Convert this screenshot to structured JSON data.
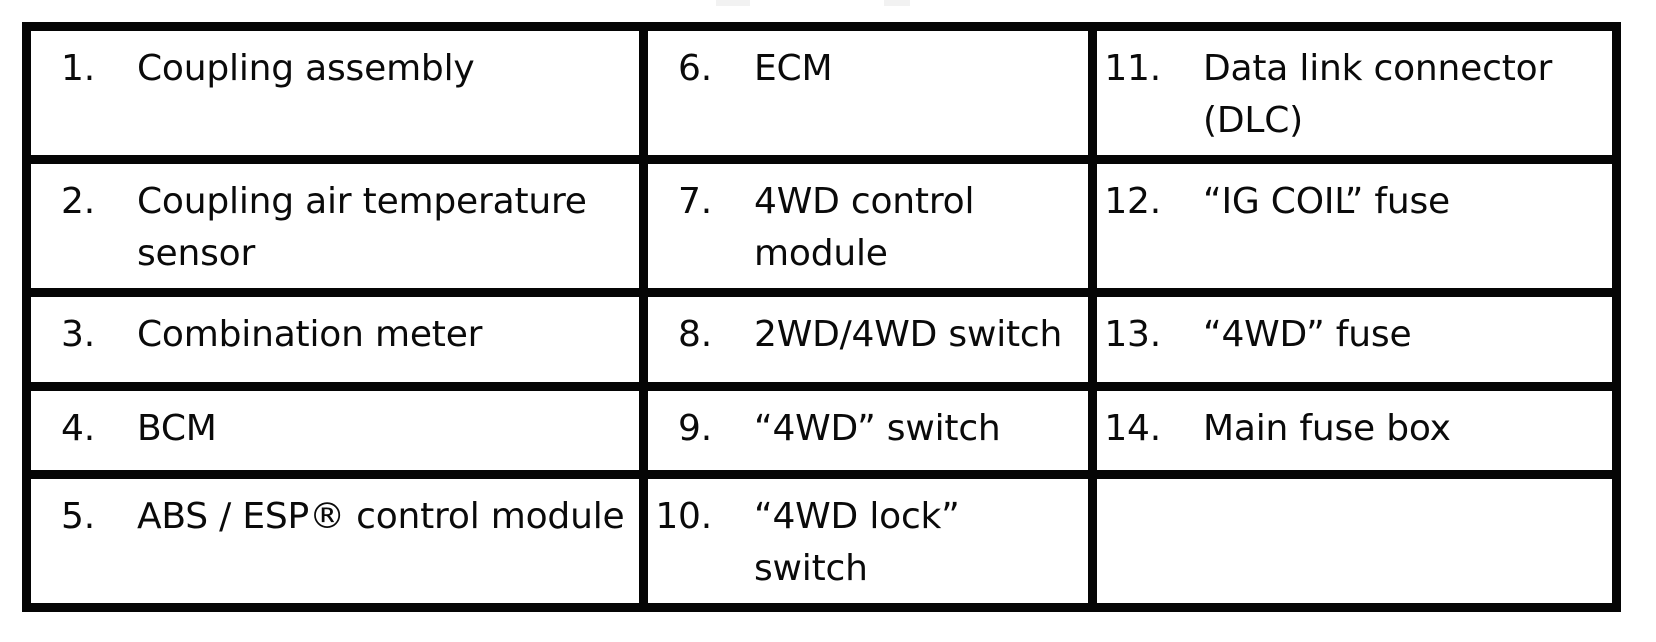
{
  "document": {
    "kind": "service-manual component legend table",
    "text_color": "#0a0a0a",
    "border_color": "#050505",
    "background_color": "#ffffff"
  },
  "table": {
    "rows": [
      [
        {
          "num": "1.",
          "label": "Coupling assembly"
        },
        {
          "num": "6.",
          "label": "ECM"
        },
        {
          "num": "11.",
          "label": "Data link connector\n(DLC)"
        }
      ],
      [
        {
          "num": "2.",
          "label": "Coupling air temperature\nsensor"
        },
        {
          "num": "7.",
          "label": "4WD control\nmodule"
        },
        {
          "num": "12.",
          "label": "“IG COIL” fuse"
        }
      ],
      [
        {
          "num": "3.",
          "label": "Combination meter"
        },
        {
          "num": "8.",
          "label": "2WD/4WD switch"
        },
        {
          "num": "13.",
          "label": "“4WD” fuse"
        }
      ],
      [
        {
          "num": "4.",
          "label": "BCM"
        },
        {
          "num": "9.",
          "label": "“4WD” switch"
        },
        {
          "num": "14.",
          "label": "Main fuse box"
        }
      ],
      [
        {
          "num": "5.",
          "label": "ABS / ESP® control module"
        },
        {
          "num": "10.",
          "label": "“4WD lock”\nswitch"
        },
        {
          "num": "",
          "label": ""
        }
      ]
    ]
  }
}
